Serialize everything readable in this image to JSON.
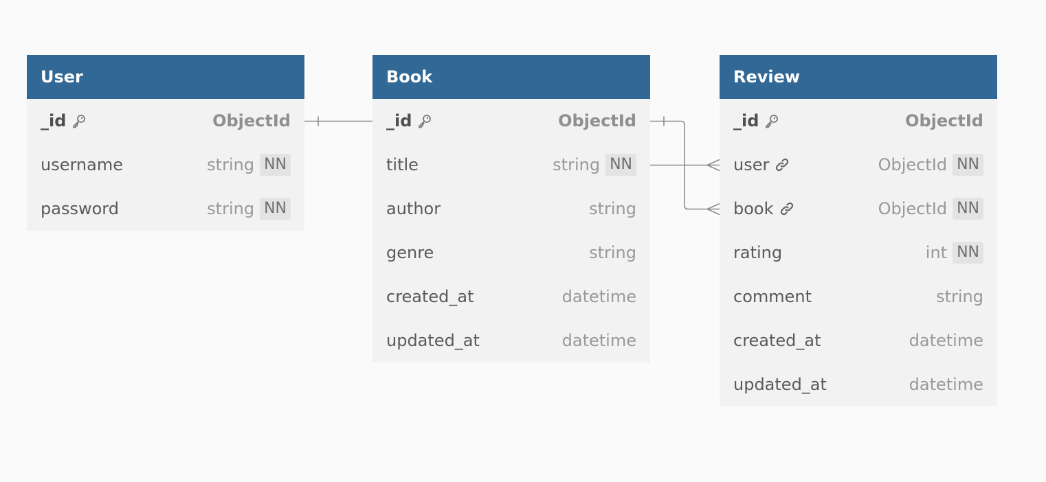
{
  "tables": [
    {
      "name": "User",
      "fields": [
        {
          "name": "_id",
          "type": "ObjectId",
          "pk": true,
          "nn": false,
          "fk": false
        },
        {
          "name": "username",
          "type": "string",
          "pk": false,
          "nn": true,
          "fk": false
        },
        {
          "name": "password",
          "type": "string",
          "pk": false,
          "nn": true,
          "fk": false
        }
      ]
    },
    {
      "name": "Book",
      "fields": [
        {
          "name": "_id",
          "type": "ObjectId",
          "pk": true,
          "nn": false,
          "fk": false
        },
        {
          "name": "title",
          "type": "string",
          "pk": false,
          "nn": true,
          "fk": false
        },
        {
          "name": "author",
          "type": "string",
          "pk": false,
          "nn": false,
          "fk": false
        },
        {
          "name": "genre",
          "type": "string",
          "pk": false,
          "nn": false,
          "fk": false
        },
        {
          "name": "created_at",
          "type": "datetime",
          "pk": false,
          "nn": false,
          "fk": false
        },
        {
          "name": "updated_at",
          "type": "datetime",
          "pk": false,
          "nn": false,
          "fk": false
        }
      ]
    },
    {
      "name": "Review",
      "fields": [
        {
          "name": "_id",
          "type": "ObjectId",
          "pk": true,
          "nn": false,
          "fk": false
        },
        {
          "name": "user",
          "type": "ObjectId",
          "pk": false,
          "nn": true,
          "fk": true
        },
        {
          "name": "book",
          "type": "ObjectId",
          "pk": false,
          "nn": true,
          "fk": true
        },
        {
          "name": "rating",
          "type": "int",
          "pk": false,
          "nn": true,
          "fk": false
        },
        {
          "name": "comment",
          "type": "string",
          "pk": false,
          "nn": false,
          "fk": false
        },
        {
          "name": "created_at",
          "type": "datetime",
          "pk": false,
          "nn": false,
          "fk": false
        },
        {
          "name": "updated_at",
          "type": "datetime",
          "pk": false,
          "nn": false,
          "fk": false
        }
      ]
    }
  ],
  "nn_label": "NN",
  "relations": [
    {
      "from_table": "User",
      "from_field": "_id",
      "to_table": "Book",
      "to_field": "_id",
      "from_card": "one",
      "to_card": "none"
    },
    {
      "from_table": "Book",
      "from_field": "_id",
      "to_table": "Review",
      "to_field": "book",
      "from_card": "one",
      "to_card": "many"
    },
    {
      "from_table": "Book",
      "from_field": "title",
      "to_table": "Review",
      "to_field": "user",
      "from_card": "none",
      "to_card": "many"
    }
  ],
  "colors": {
    "header_bg": "#326895",
    "header_text": "#ffffff",
    "body_bg": "#f2f2f2",
    "canvas_bg": "#fafafa",
    "line": "#8c8c8c"
  },
  "icons": {
    "pk": "key-icon",
    "fk": "link-icon"
  }
}
